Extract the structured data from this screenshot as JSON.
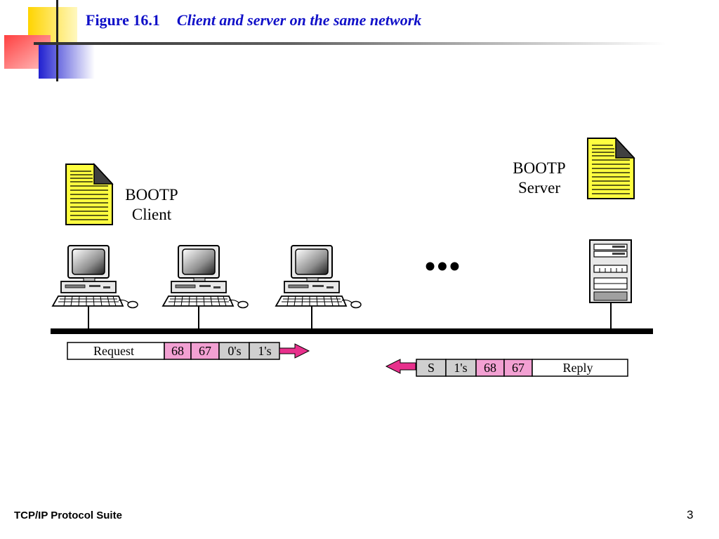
{
  "title": {
    "figure_number": "Figure 16.1",
    "figure_caption": "Client and server on the same network"
  },
  "footer": {
    "left_text": "TCP/IP Protocol Suite",
    "page_number": "3"
  },
  "diagram": {
    "client_label_line1": "BOOTP",
    "client_label_line2": "Client",
    "server_label_line1": "BOOTP",
    "server_label_line2": "Server",
    "ellipsis": "•••",
    "request_packet": {
      "fields": [
        "Request",
        "68",
        "67",
        "0's",
        "1's"
      ]
    },
    "reply_packet": {
      "fields": [
        "S",
        "1's",
        "68",
        "67",
        "Reply"
      ]
    },
    "colors": {
      "title": "#1010c8",
      "port_field": "#f2a0d2",
      "address_field": "#cfcfcf",
      "arrow": "#e8308c",
      "document": "#ffff40"
    }
  }
}
